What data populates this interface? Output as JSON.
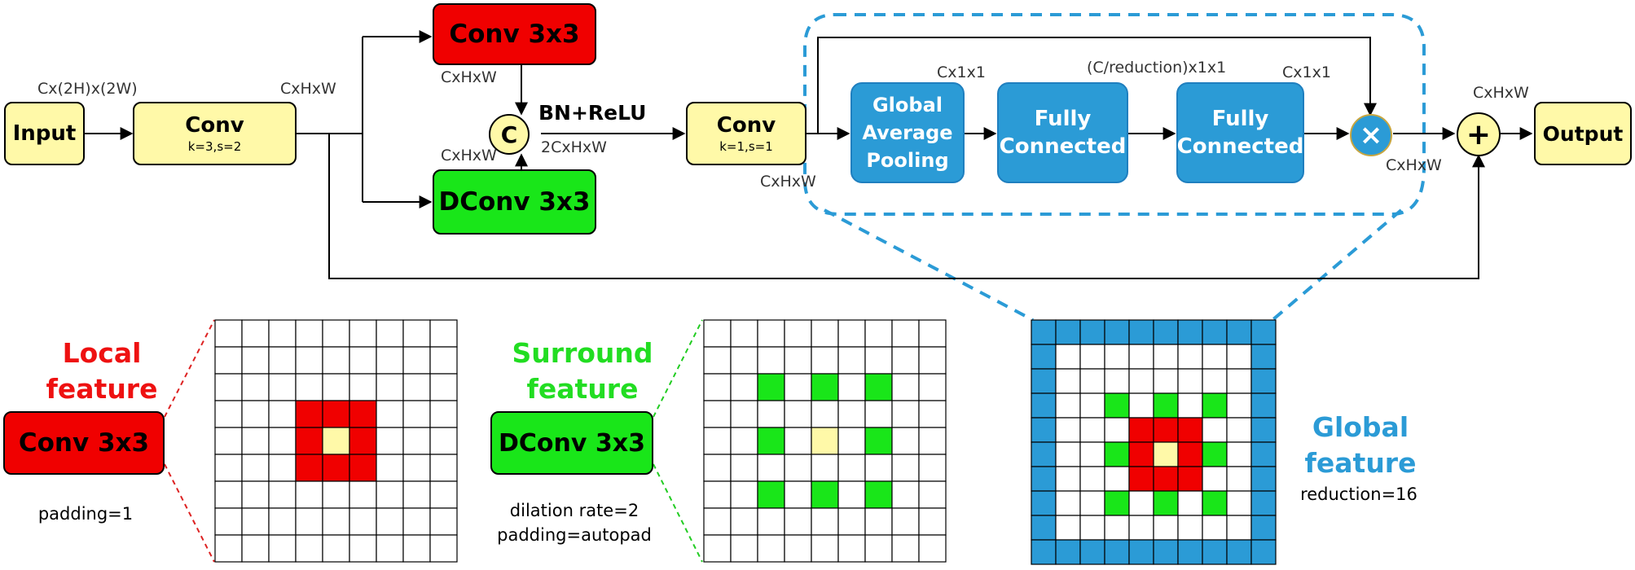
{
  "nodes": {
    "input": "Input",
    "conv1": {
      "label": "Conv",
      "params": "k=3,s=2"
    },
    "conv_red": "Conv 3x3",
    "dconv_green": "DConv 3x3",
    "concat": "C",
    "conv2": {
      "label": "Conv",
      "params": "k=1,s=1"
    },
    "gap": [
      "Global",
      "Average",
      "Pooling"
    ],
    "fc1": [
      "Fully",
      "Connected"
    ],
    "fc2": [
      "Fully",
      "Connected"
    ],
    "multiply": "×",
    "add": "+",
    "output": "Output"
  },
  "dims": {
    "input_out": "Cx(2H)x(2W)",
    "conv1_out": "CxHxW",
    "to_red": "CxHxW",
    "to_green": "CxHxW",
    "bn_relu": "BN+ReLU",
    "concat_out": "2CxHxW",
    "conv2_out": "CxHxW",
    "gap_out": "Cx1x1",
    "fc1_out": "(C/reduction)x1x1",
    "fc2_out": "Cx1x1",
    "mult_out": "CxHxW",
    "add_out": "CxHxW"
  },
  "panels": {
    "local": {
      "title": [
        "Local",
        "feature"
      ],
      "box": "Conv 3x3",
      "note": [
        "padding=1"
      ]
    },
    "surround": {
      "title": [
        "Surround",
        "feature"
      ],
      "box": "DConv 3x3",
      "note": [
        "dilation rate=2",
        "padding=autopad"
      ]
    },
    "global": {
      "title": [
        "Global",
        "feature"
      ],
      "note": [
        "reduction=16"
      ]
    }
  },
  "colors": {
    "red": "#f00000",
    "green": "#19e619",
    "yellow": "#fff9a8",
    "blue": "#2b9bd6",
    "title_red": "#ee1111",
    "title_green": "#22dd22",
    "title_blue": "#2b9bd6"
  }
}
